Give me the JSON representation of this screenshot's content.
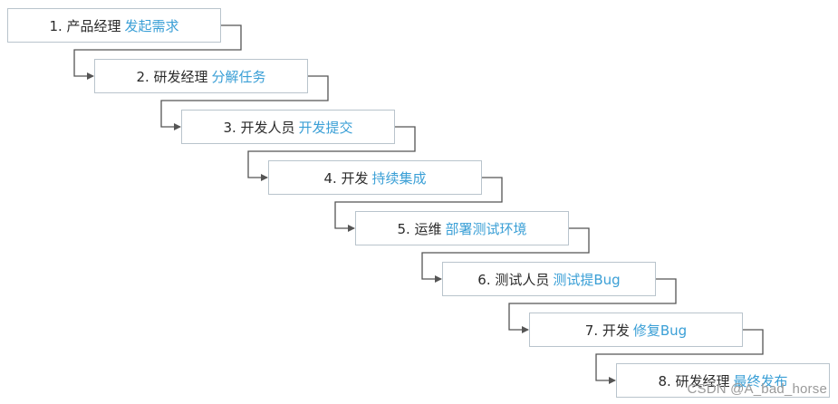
{
  "steps": [
    {
      "role": "1. 产品经理",
      "action": "发起需求"
    },
    {
      "role": "2. 研发经理",
      "action": "分解任务"
    },
    {
      "role": "3. 开发人员",
      "action": "开发提交"
    },
    {
      "role": "4. 开发",
      "action": "持续集成"
    },
    {
      "role": "5. 运维",
      "action": "部署测试环境"
    },
    {
      "role": "6. 测试人员",
      "action": "测试提Bug"
    },
    {
      "role": "7. 开发",
      "action": "修复Bug"
    },
    {
      "role": "8. 研发经理",
      "action": "最终发布"
    }
  ],
  "watermark": "CSDN @A_bad_horse",
  "colors": {
    "box_border": "#b9c4cc",
    "role_text": "#2b2b2b",
    "action_text": "#3a9fd6",
    "connector": "#555555"
  }
}
